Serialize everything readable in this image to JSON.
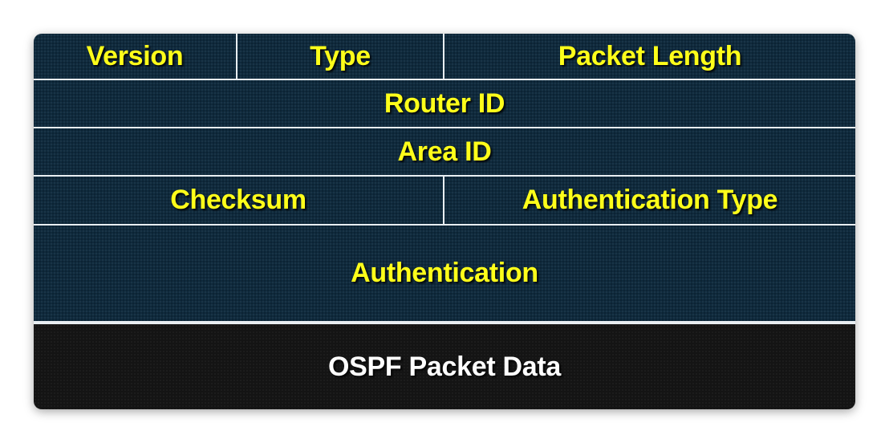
{
  "packet_header": {
    "version": "Version",
    "type": "Type",
    "packet_length": "Packet Length",
    "router_id": "Router ID",
    "area_id": "Area ID",
    "checksum": "Checksum",
    "authentication_type": "Authentication Type",
    "authentication": "Authentication"
  },
  "packet_data": {
    "label": "OSPF Packet Data"
  },
  "colors": {
    "header_background": "#0f2a3d",
    "header_text": "#ffff1a",
    "data_background": "#141414",
    "data_text": "#ffffff",
    "divider": "#e8eef2"
  }
}
